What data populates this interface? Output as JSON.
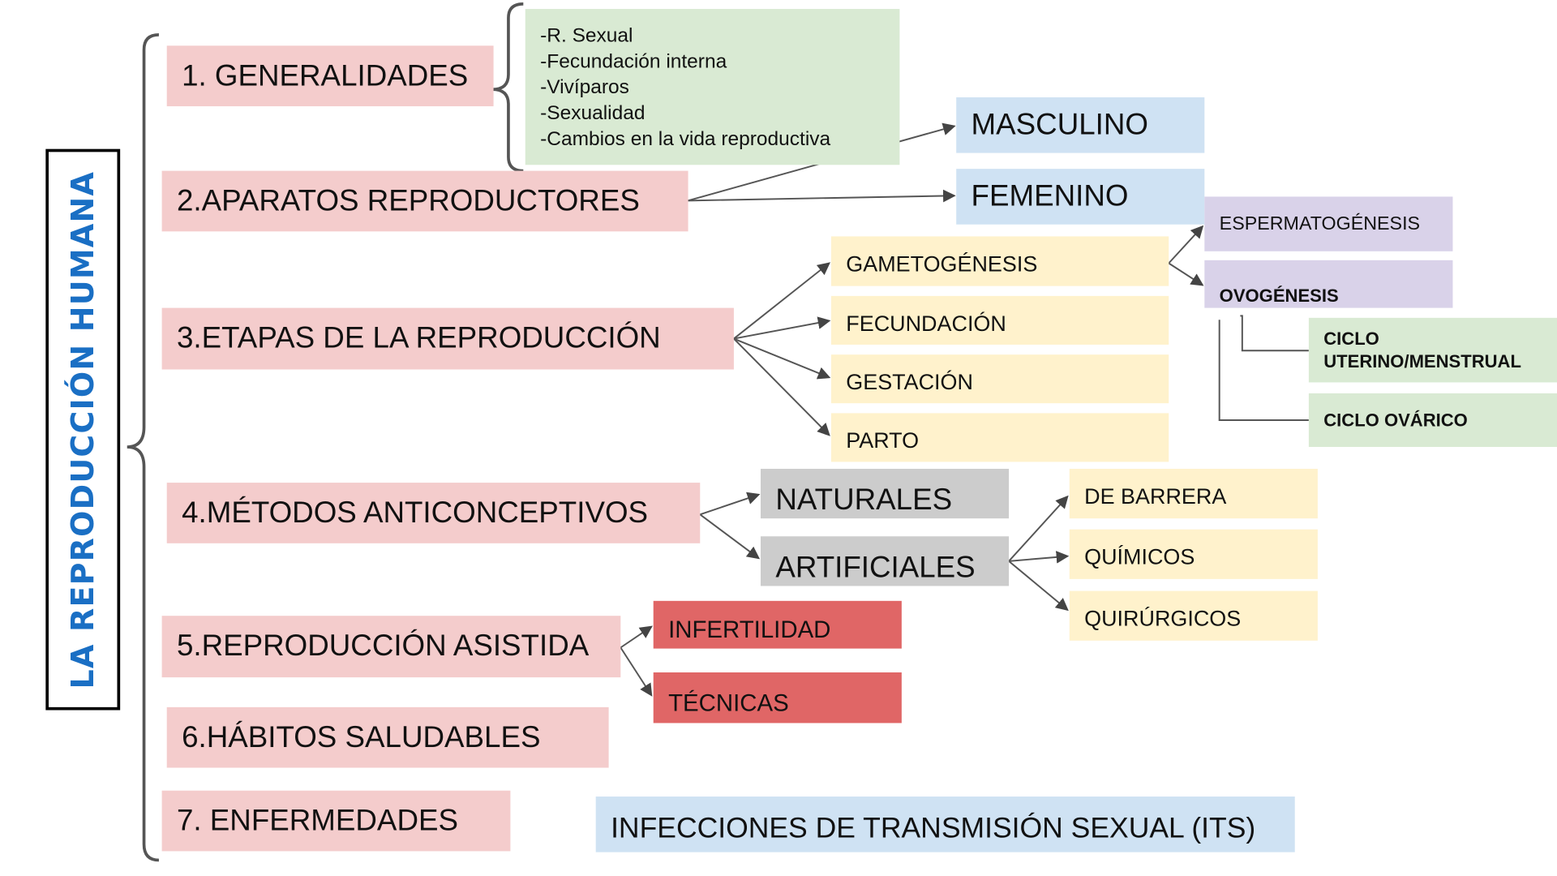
{
  "title": "LA REPRODUCCIÓN HUMANA",
  "sections": {
    "s1": {
      "label": "1. GENERALIDADES",
      "items": [
        "-R. Sexual",
        "-Fecundación interna",
        "-Vivíparos",
        "-Sexualidad",
        "-Cambios en la vida reproductiva"
      ]
    },
    "s2": {
      "label": "2.APARATOS REPRODUCTORES",
      "children": [
        "MASCULINO",
        "FEMENINO"
      ]
    },
    "s3": {
      "label": "3.ETAPAS DE LA REPRODUCCIÓN",
      "children": [
        "GAMETOGÉNESIS",
        "FECUNDACIÓN",
        "GESTACIÓN",
        "PARTO"
      ],
      "gametogenesis": [
        "ESPERMATOGÉNESIS",
        "OVOGÉNESIS"
      ],
      "ovogenesis": [
        "CICLO UTERINO/MENSTRUAL",
        "CICLO OVÁRICO"
      ]
    },
    "s4": {
      "label": "4.MÉTODOS ANTICONCEPTIVOS",
      "children": [
        "NATURALES",
        "ARTIFICIALES"
      ],
      "artificiales": [
        "DE BARRERA",
        "QUÍMICOS",
        "QUIRÚRGICOS"
      ]
    },
    "s5": {
      "label": "5.REPRODUCCIÓN ASISTIDA",
      "children": [
        "INFERTILIDAD",
        "TÉCNICAS"
      ]
    },
    "s6": {
      "label": "6.HÁBITOS SALUDABLES"
    },
    "s7": {
      "label": "7. ENFERMEDADES",
      "children": [
        "INFECCIONES DE TRANSMISIÓN SEXUAL (ITS)"
      ]
    }
  },
  "colors": {
    "title": "#1a6fc4",
    "pink": "#f4cccc",
    "blue": "#cfe2f3",
    "yellow": "#fff2cc",
    "purple": "#d9d2e9",
    "green": "#d9ead3",
    "gray": "#cccccc",
    "red": "#e06666"
  }
}
